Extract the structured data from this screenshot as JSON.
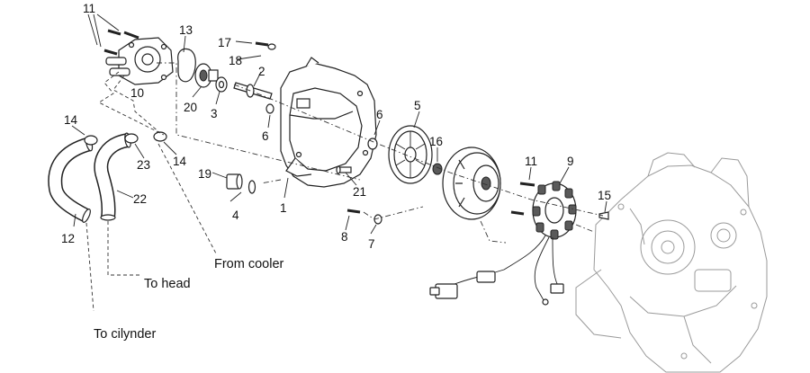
{
  "callouts": {
    "c1": "1",
    "c2": "2",
    "c3": "3",
    "c4": "4",
    "c5": "5",
    "c6a": "6",
    "c6b": "6",
    "c7": "7",
    "c8": "8",
    "c9": "9",
    "c10": "10",
    "c11a": "11",
    "c11b": "11",
    "c12": "12",
    "c13": "13",
    "c14a": "14",
    "c14b": "14",
    "c15": "15",
    "c16": "16",
    "c17": "17",
    "c18": "18",
    "c19": "19",
    "c20": "20",
    "c21": "21",
    "c22": "22",
    "c23": "23"
  },
  "notes": {
    "from_cooler": "From cooler",
    "to_head": "To head",
    "to_cylinder": "To cilynder"
  }
}
